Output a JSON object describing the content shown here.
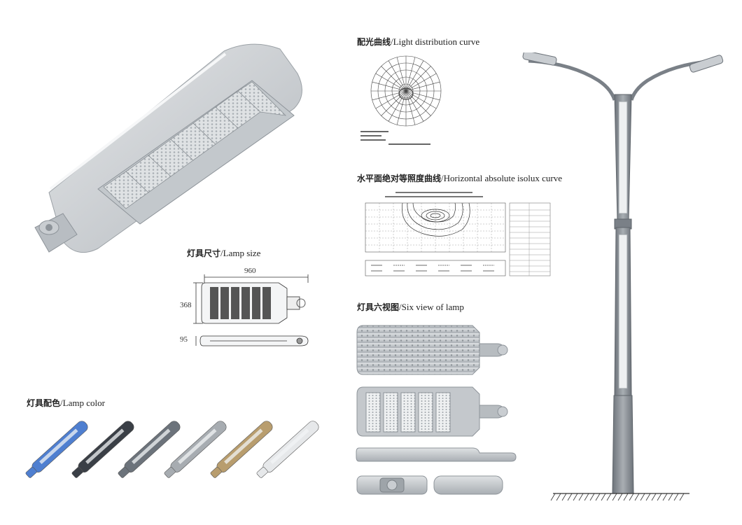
{
  "sections": {
    "lamp_size": {
      "cn": "灯具尺寸",
      "sep": "/",
      "en": "Lamp size"
    },
    "light_distribution": {
      "cn": "配光曲线",
      "sep": "/",
      "en": "Light distribution curve"
    },
    "isolux": {
      "cn": "水平面绝对等照度曲线",
      "sep": "/",
      "en": "Horizontal absolute isolux curve"
    },
    "six_view": {
      "cn": "灯具六视图",
      "sep": "/",
      "en": "Six view of lamp"
    },
    "lamp_color": {
      "cn": "灯具配色",
      "sep": "/",
      "en": "Lamp color"
    }
  },
  "dimensions": {
    "length": "960",
    "width": "368",
    "height": "95"
  },
  "lamp_colors": [
    "#4f7fd0",
    "#3a3f46",
    "#6c737b",
    "#a7acb1",
    "#b89d6e",
    "#e6e8ea"
  ],
  "colors": {
    "lamp_body": "#c9cdd1",
    "lamp_dark": "#8e949a",
    "pole": "#8a9097",
    "line": "#333333"
  }
}
